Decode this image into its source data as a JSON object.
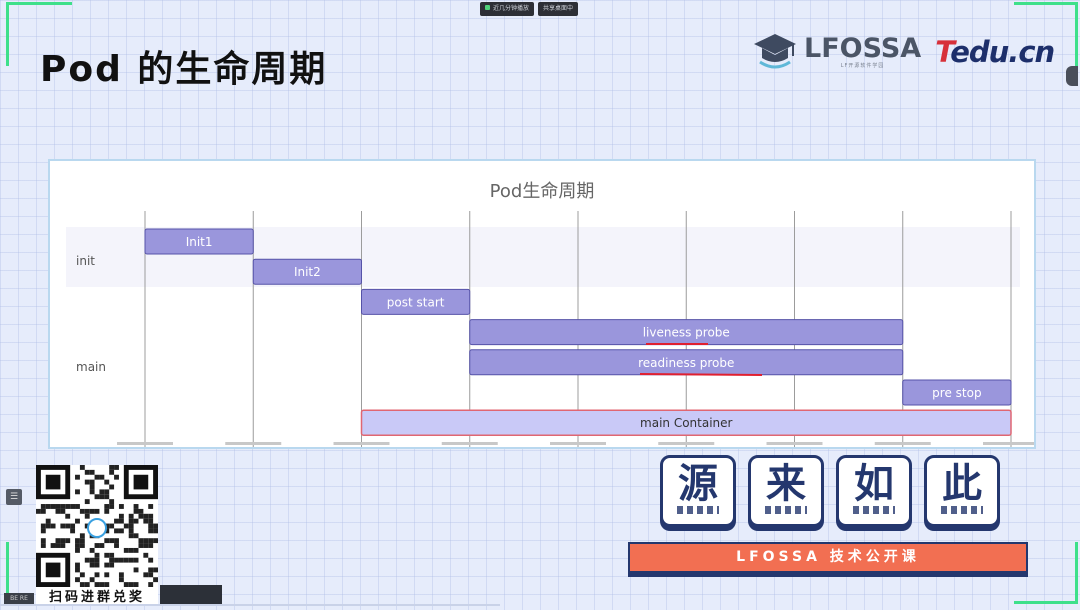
{
  "topbar": {
    "item1": "近几分钟播放",
    "item2": "共享桌面中"
  },
  "slide": {
    "title": "Pod  的生命周期"
  },
  "logo": {
    "brand": "LFOSSA",
    "sub": "LF开源软件学园",
    "tedu_t": "T",
    "tedu_rest": "edu.cn"
  },
  "chart_data": {
    "type": "gantt",
    "title": "Pod生命周期",
    "groups": [
      "init",
      "main"
    ],
    "tasks": [
      {
        "name": "Init1",
        "group": "init",
        "start": 0,
        "end": 1
      },
      {
        "name": "Init2",
        "group": "init",
        "start": 1,
        "end": 2
      },
      {
        "name": "post start",
        "group": "main",
        "start": 2,
        "end": 3
      },
      {
        "name": "liveness probe",
        "group": "main",
        "start": 3,
        "end": 7
      },
      {
        "name": "readiness probe",
        "group": "main",
        "start": 3,
        "end": 7
      },
      {
        "name": "pre stop",
        "group": "main",
        "start": 7,
        "end": 8
      },
      {
        "name": "main Container",
        "group": "main",
        "start": 2,
        "end": 8
      }
    ],
    "x_range": [
      0,
      8
    ],
    "grid": true,
    "colors": {
      "bar": "#9a96dc",
      "bar_border": "#5552a8",
      "main_container": "#c9c9f7",
      "main_container_border": "#e06672",
      "init_band": "#f4f4fb",
      "annotation": "#e02030"
    }
  },
  "qr": {
    "caption": "扫码进群兑奖"
  },
  "keys": [
    "源",
    "来",
    "如",
    "此"
  ],
  "banner": {
    "text": "LFOSSA 技术公开课"
  },
  "left_handle": {
    "icon": "menu-icon"
  },
  "dark_bar": {
    "label": "BE RE"
  }
}
